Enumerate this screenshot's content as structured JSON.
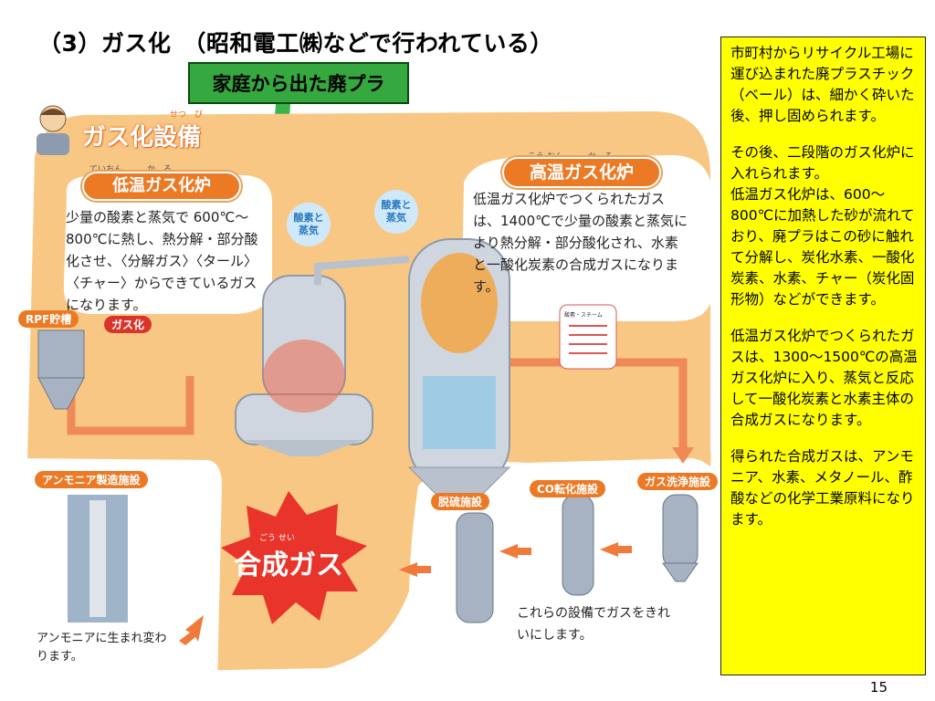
{
  "title": "（3）ガス化　（昭和電工㈱などで行われている）",
  "source_label": "家庭から出た廃プラ",
  "illustration": {
    "facility_title": "ガス化設備",
    "facility_title_ruby": "せつ　び",
    "low_temp": {
      "header": "低温ガス化炉",
      "header_ruby": "ていおん　　　か　ろ",
      "text": "少量の酸素と蒸気で 600℃〜800℃に熱し、熱分解・部分酸化させ、〈分解ガス〉〈タール〉〈チャー〉からできているガスになります。"
    },
    "high_temp": {
      "header": "高温ガス化炉",
      "header_ruby": "こう おん　　　か　ろ",
      "text": "低温ガス化炉でつくられたガスは、1400℃で少量の酸素と蒸気により熱分解・部分酸化され、水素と一酸化炭素の合成ガスになります。"
    },
    "bubble_left": "酸素と蒸気",
    "bubble_right": "酸素と蒸気",
    "rpf_tank": "RPF貯槽",
    "gasify_tag": "ガス化",
    "ammonia_plant": "アンモニア製造施設",
    "ammonia_text": "アンモニアに生まれ変わります。",
    "syngas": "合成ガス",
    "syngas_ruby": "ごう せい",
    "desulfur": "脱硫施設",
    "co_conversion": "CO転化施設",
    "gas_wash": "ガス洗浄施設",
    "clean_text": "これらの設備でガスをきれいにします。",
    "steam_label": "酸素・スチーム"
  },
  "side_panel": [
    "市町村からリサイクル工場に運び込まれた廃プラスチック（ベール）は、細かく砕いた後、押し固められます。",
    "その後、二段階のガス化炉に入れられます。",
    "低温ガス化炉は、600〜800℃に加熱した砂が流れており、廃プラはこの砂に触れて分解し、炭化水素、一酸化炭素、水素、チャー（炭化固形物）などができます。",
    "低温ガス化炉でつくられたガスは、1300〜1500℃の高温ガス化炉に入り、蒸気と反応して一酸化炭素と水素主体の合成ガスになります。",
    "得られた合成ガスは、アンモニア、水素、メタノール、酢酸などの化学工業原料になります。"
  ],
  "page_number": "15",
  "colors": {
    "orange": "#ec7a25",
    "panel_bg": "#ffff00",
    "green_label": "#35a83f",
    "illus_bg": "#f9c784"
  }
}
